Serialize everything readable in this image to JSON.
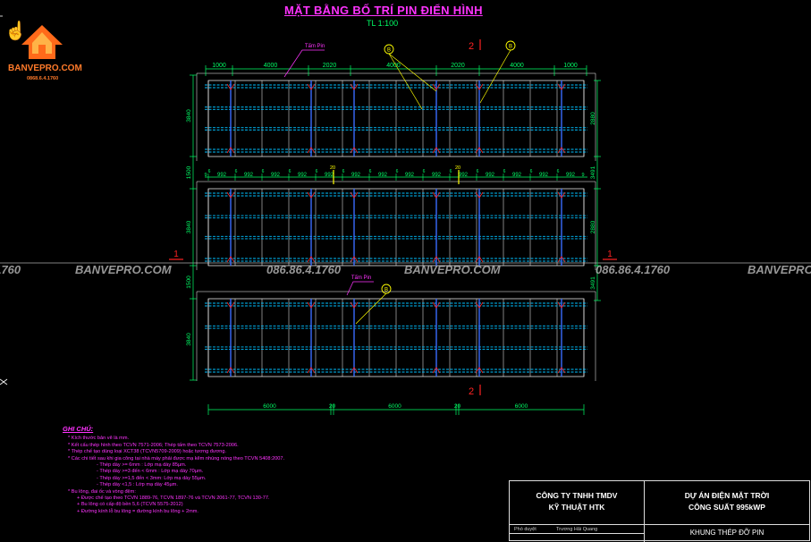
{
  "title": "MẶT BẰNG BỐ TRÍ PIN ĐIỂN HÌNH",
  "scale": "TL 1:100",
  "logo": {
    "name": "BANVEPRO.COM",
    "phone": "0868.6.4.1760"
  },
  "watermark": {
    "site": "BANVEPRO.COM",
    "phone": "086.86.4.1760"
  },
  "top_dims": [
    "1000",
    "4000",
    "2020",
    "4000",
    "2020",
    "4000",
    "1000"
  ],
  "bottom_dims": [
    "6000",
    "20",
    "6000",
    "20",
    "6000"
  ],
  "left_dims": [
    "3840",
    "1500",
    "3840",
    "1500",
    "3840"
  ],
  "right_dims": [
    "2880",
    "3491",
    "2880",
    "3491"
  ],
  "row_dims": {
    "gap": "6",
    "panel": "992",
    "mid": "20",
    "edge": "9"
  },
  "labels": {
    "panel": "Tấm Pin",
    "section_1": "1",
    "section_2": "2",
    "callout": "B"
  },
  "colors": {
    "title": "#ff33ff",
    "panel_line": "#00bfff",
    "grid": "#ffffff",
    "dim": "#00ff66",
    "marker": "#ff2222",
    "callout": "#ffff00",
    "accent": "#ff7a2a"
  },
  "notes": {
    "heading": "GHI CHÚ:",
    "lines": [
      "* Kích thước bản vẽ là mm.",
      "* Kết cấu thép hình theo TCVN 7571-2006; Thép tấm theo TCVN 7573-2006.",
      "* Thép chế tạo dùng loại XCT38 (TCVN5709-2009) hoặc tương đương.",
      "* Các chi tiết sau khi gia công tại nhà máy phải được mạ kẽm nhúng nóng theo TCVN 5408:2007.",
      "- Thép dày >= 6mm              : Lớp mạ dày 85µm.",
      "- Thép dày >=3 đến < 6mm   : Lớp mạ dày 70µm.",
      "- Thép dày >=1,5 đến < 3mm: Lớp mạ dày 55µm.",
      "- Thép dày <1,5                  : Lớp mạ dày 45µm.",
      "* Bu lông, đai ốc và vòng đệm:",
      "+ Được chế tạo theo TCVN 1889-76, TCVN 1897-76 và TCVN 2061-77, TCVN 130-77.",
      "+ Bu lông có cấp độ bền 5,6 (TCVN 5575-2012)",
      "+ Đường kính lỗ bu lông = đường kính bu lông + 2mm."
    ]
  },
  "title_block": {
    "company_line1": "CÔNG TY TNHH TMDV",
    "company_line2": "KỸ THUẬT HTK",
    "project_line1": "DỰ ÁN ĐIỆN MẶT TRỜI",
    "project_line2": "CÔNG SUẤT 995kWP",
    "sheet": "KHUNG THÉP ĐỠ PIN",
    "role_label": "Phó duyệt",
    "person": "Trương Hải Quang"
  }
}
